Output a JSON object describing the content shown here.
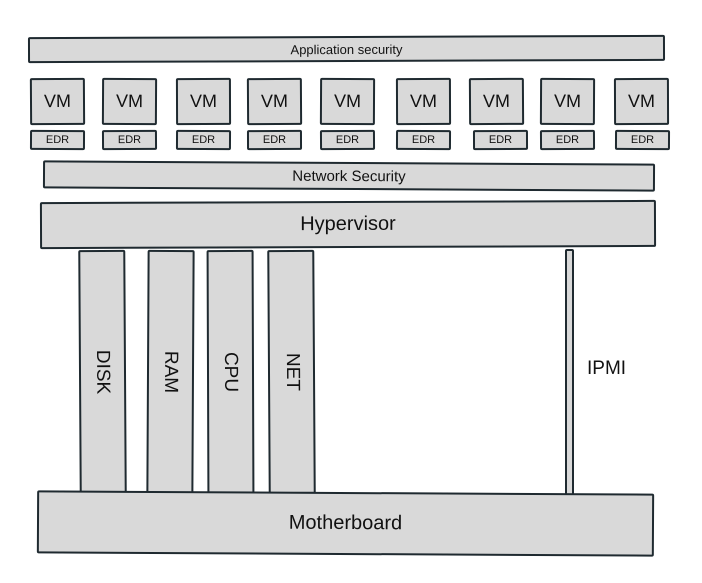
{
  "diagram": {
    "application_security": "Application security",
    "vms": [
      {
        "label": "VM",
        "edr": "EDR"
      },
      {
        "label": "VM",
        "edr": "EDR"
      },
      {
        "label": "VM",
        "edr": "EDR"
      },
      {
        "label": "VM",
        "edr": "EDR"
      },
      {
        "label": "VM",
        "edr": "EDR"
      },
      {
        "label": "VM",
        "edr": "EDR"
      },
      {
        "label": "VM",
        "edr": "EDR"
      },
      {
        "label": "VM",
        "edr": "EDR"
      },
      {
        "label": "VM",
        "edr": "EDR"
      }
    ],
    "network_security": "Network Security",
    "hypervisor": "Hypervisor",
    "resources": [
      "DISK",
      "RAM",
      "CPU",
      "NET"
    ],
    "ipmi": "IPMI",
    "motherboard": "Motherboard",
    "colors": {
      "box_fill": "#d9d9d9",
      "box_stroke": "#1f2a30",
      "text": "#111111",
      "background": "#ffffff"
    }
  }
}
